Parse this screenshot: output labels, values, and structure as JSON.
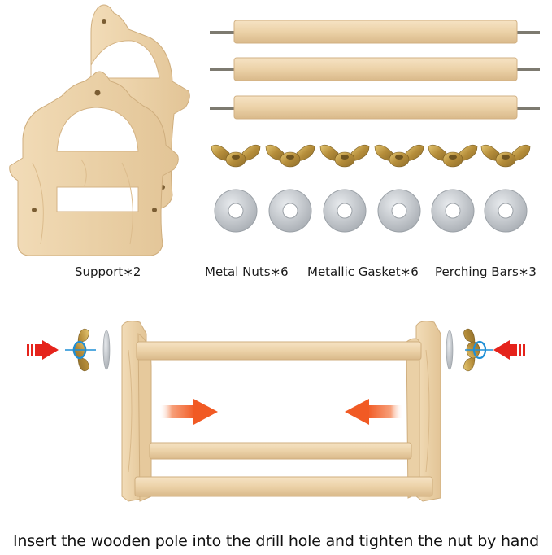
{
  "labels": {
    "support": "Support∗2",
    "metal_nuts": "Metal Nuts∗6",
    "metallic_gasket": "Metallic Gasket∗6",
    "perching_bars": "Perching Bars∗3"
  },
  "caption": "Insert the wooden pole into the drill hole and tighten the nut by hand",
  "colors": {
    "wood": "#ecd3ac",
    "wood_dark": "#d9b98a",
    "metal": "#c9cdd2",
    "brass": "#c9a44c",
    "arrow_red": "#e5231b",
    "arrow_orange": "#f15a24",
    "rotate_blue": "#1f8fd6"
  },
  "icons": [
    "wing-nut-icon",
    "washer-icon",
    "push-arrow-icon",
    "rotate-icon"
  ]
}
